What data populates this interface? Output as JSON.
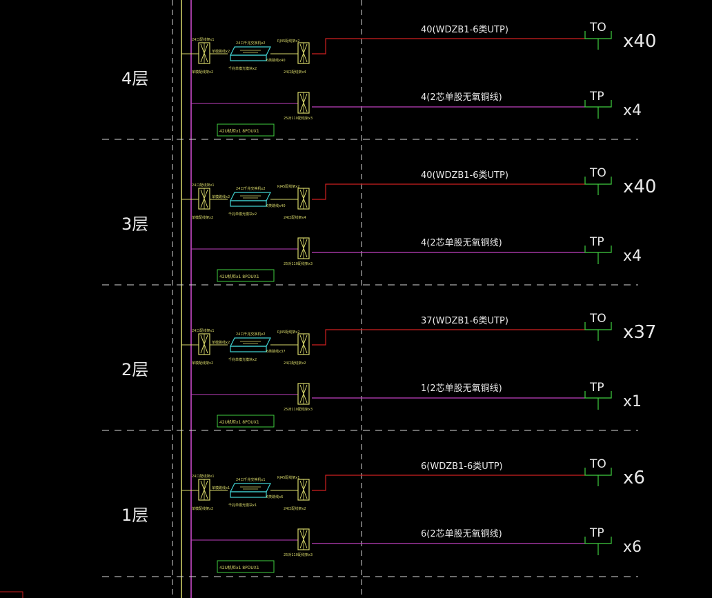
{
  "colors": {
    "background": "#000000",
    "riser_yellow": "#d8d86a",
    "riser_magenta": "#d84fd8",
    "data_line": "#d02020",
    "voice_line": "#c040c0",
    "outlet": "#40d040",
    "switch": "#40d0d0",
    "box": "#40d040",
    "text": "#e8e8e8",
    "small_text": "#d8d86a",
    "dash": "#d8d8d8",
    "corner_mark": "#d02020"
  },
  "floors": [
    {
      "label": "4层",
      "data_cable": "40(WDZB1-6类UTP)",
      "data_outlet": "TO",
      "data_qty": "x40",
      "voice_cable": "4(2芯单股无氧铜线)",
      "voice_outlet": "TP",
      "voice_qty": "x4",
      "tags": {
        "patch_top": "24口配线架x1",
        "patch_bottom": "单模配线架x2",
        "patch_link": "单模跳线x2",
        "switch_top": "24口千兆交换机x2",
        "switch_bottom": "千兆单模光模块x2",
        "switch_right": "6类跳线x40",
        "rj45_top": "RJ45配线架x2",
        "rj45_bottom": "24口配线架x4",
        "voice_panel": "25对110配线架x3",
        "cabinet": "42U机柜x1 8PDUX1"
      }
    },
    {
      "label": "3层",
      "data_cable": "40(WDZB1-6类UTP)",
      "data_outlet": "TO",
      "data_qty": "x40",
      "voice_cable": "4(2芯单股无氧铜线)",
      "voice_outlet": "TP",
      "voice_qty": "x4",
      "tags": {
        "patch_top": "24口配线架x1",
        "patch_bottom": "单模配线架x2",
        "patch_link": "单模跳线x2",
        "switch_top": "24口千兆交换机x2",
        "switch_bottom": "千兆单模光模块x2",
        "switch_right": "6类跳线x40",
        "rj45_top": "RJ45配线架x2",
        "rj45_bottom": "24口配线架x4",
        "voice_panel": "25对110配线架x3",
        "cabinet": "42U机柜x1 8PDUX1"
      }
    },
    {
      "label": "2层",
      "data_cable": "37(WDZB1-6类UTP)",
      "data_outlet": "TO",
      "data_qty": "x37",
      "voice_cable": "1(2芯单股无氧铜线)",
      "voice_outlet": "TP",
      "voice_qty": "x1",
      "tags": {
        "patch_top": "24口配线架x1",
        "patch_bottom": "单模配线架x2",
        "patch_link": "单模跳线x2",
        "switch_top": "24口千兆交换机x2",
        "switch_bottom": "千兆单模光模块x2",
        "switch_right": "6类跳线x37",
        "rj45_top": "RJ45配线架x2",
        "rj45_bottom": "24口配线架x2",
        "voice_panel": "25对110配线架x3",
        "cabinet": "42U机柜x1 8PDUX1"
      }
    },
    {
      "label": "1层",
      "data_cable": "6(WDZB1-6类UTP)",
      "data_outlet": "TO",
      "data_qty": "x6",
      "voice_cable": "6(2芯单股无氧铜线)",
      "voice_outlet": "TP",
      "voice_qty": "x6",
      "tags": {
        "patch_top": "24口配线架x1",
        "patch_bottom": "单模配线架x2",
        "patch_link": "单模跳线x1",
        "switch_top": "24口千兆交换机x1",
        "switch_bottom": "千兆单模光模块x1",
        "switch_right": "6类跳线x6",
        "rj45_top": "RJ45配线架x1",
        "rj45_bottom": "24口配线架x2",
        "voice_panel": "25对110配线架x3",
        "cabinet": "42U机柜x1 8PDUX1"
      }
    }
  ]
}
